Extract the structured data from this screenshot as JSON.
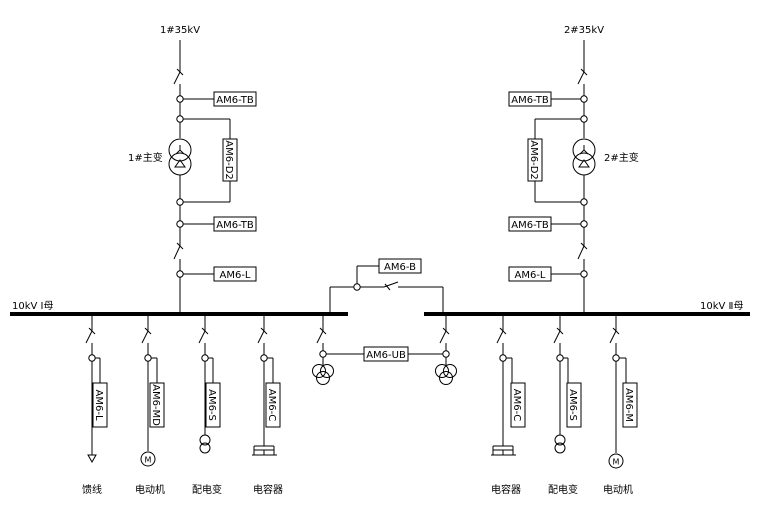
{
  "incoming": {
    "left": "1#35kV",
    "right": "2#35kV"
  },
  "transformers": {
    "left": "1#主变",
    "right": "2#主变"
  },
  "meters": {
    "left_tb_top": "AM6-TB",
    "left_d2": "AM6-D2",
    "left_tb_bottom": "AM6-TB",
    "left_l": "AM6-L",
    "right_tb_top": "AM6-TB",
    "right_d2": "AM6-D2",
    "right_tb_bottom": "AM6-TB",
    "right_l": "AM6-L",
    "bus_tie": "AM6-B",
    "pt": "AM6-UB",
    "feeder_l": "AM6-L",
    "motor_md": "AM6-MD",
    "dist_s_left": "AM6-S",
    "cap_c_left": "AM6-C",
    "cap_c_right": "AM6-C",
    "dist_s_right": "AM6-S",
    "motor_m": "AM6-M"
  },
  "buses": {
    "left": "10kV Ⅰ母",
    "right": "10kV Ⅱ母"
  },
  "loads": {
    "feeder": "馈线",
    "motor_left": "电动机",
    "dist_left": "配电变",
    "cap_left": "电容器",
    "cap_right": "电容器",
    "dist_right": "配电变",
    "motor_right": "电动机"
  },
  "motor_symbol": "M"
}
